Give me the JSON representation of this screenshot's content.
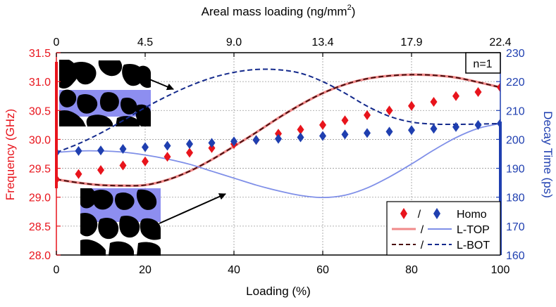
{
  "chart_data": {
    "type": "scatter",
    "annotation": "n=1",
    "colors": {
      "frequency": "#e8141c",
      "decay": "#1f3fb0",
      "frequency_line": "#f08a8a",
      "decay_line": "#7f8fe8",
      "dark": "#4a0f0f",
      "navy": "#142a8c"
    },
    "x_bottom": {
      "label": "Loading (%)",
      "range": [
        0,
        100
      ],
      "ticks": [
        "0",
        "20",
        "40",
        "60",
        "80",
        "100"
      ]
    },
    "x_top": {
      "label_main": "Areal mass loading (ng/mm",
      "label_sup": "2",
      "label_close": ")",
      "ticks": [
        "0",
        "4.5",
        "9.0",
        "13.4",
        "17.9",
        "22.4"
      ]
    },
    "y_left": {
      "label": "Frequency (GHz)",
      "range": [
        28.0,
        31.5
      ],
      "ticks": [
        "28.0",
        "28.5",
        "29.0",
        "29.5",
        "30.0",
        "30.5",
        "31.0",
        "31.5"
      ]
    },
    "y_right": {
      "label": "Decay Time (ps)",
      "range": [
        160,
        230
      ],
      "ticks": [
        "160",
        "170",
        "180",
        "190",
        "200",
        "210",
        "220",
        "230"
      ]
    },
    "grid": true,
    "legend": {
      "position": "bottom-right",
      "row1_mid": "/",
      "row1_label": "Homo",
      "row2_mid": "/",
      "row2_label": "L-TOP",
      "row3_mid": "/",
      "row3_label": "L-BOT"
    },
    "series": [
      {
        "axis": "left",
        "kind": "points",
        "x": [
          0,
          5,
          10,
          15,
          20,
          25,
          30,
          35,
          40,
          45,
          50,
          55,
          60,
          65,
          70,
          75,
          80,
          85,
          90,
          95,
          100
        ],
        "values": [
          29.31,
          29.4,
          29.47,
          29.55,
          29.62,
          29.7,
          29.77,
          29.85,
          29.92,
          29.99,
          30.1,
          30.17,
          30.25,
          30.33,
          30.42,
          30.5,
          30.58,
          30.65,
          30.75,
          30.82,
          30.9
        ]
      },
      {
        "axis": "right",
        "kind": "points",
        "x": [
          0,
          5,
          10,
          15,
          20,
          25,
          30,
          35,
          40,
          45,
          50,
          55,
          60,
          65,
          70,
          75,
          80,
          85,
          90,
          95,
          100
        ],
        "values": [
          195.5,
          196,
          196.2,
          196.7,
          197.3,
          197.8,
          198.4,
          198.8,
          199.3,
          199.8,
          200.2,
          200.7,
          201.2,
          201.7,
          202.2,
          202.7,
          203.2,
          203.7,
          204.3,
          205,
          205.5
        ]
      },
      {
        "axis": "left",
        "kind": "line",
        "x": [
          0,
          5,
          10,
          15,
          20,
          25,
          30,
          35,
          40,
          45,
          50,
          55,
          60,
          65,
          70,
          75,
          80,
          85,
          90,
          95,
          100
        ],
        "values": [
          29.31,
          29.25,
          29.21,
          29.2,
          29.21,
          29.3,
          29.45,
          29.65,
          29.88,
          30.12,
          30.37,
          30.6,
          30.8,
          30.95,
          31.05,
          31.1,
          31.12,
          31.11,
          31.07,
          30.99,
          30.9
        ]
      },
      {
        "axis": "right",
        "kind": "line",
        "x": [
          0,
          5,
          10,
          15,
          20,
          25,
          30,
          35,
          40,
          45,
          50,
          55,
          60,
          65,
          70,
          75,
          80,
          85,
          90,
          95,
          100
        ],
        "values": [
          195.5,
          196,
          196,
          195.6,
          194.6,
          193.2,
          191.4,
          189,
          186.6,
          184.2,
          182.2,
          180.6,
          179.9,
          180.7,
          183.2,
          187,
          191.5,
          196.3,
          200.6,
          203.8,
          205.5
        ]
      },
      {
        "axis": "left",
        "kind": "dashed",
        "x": [
          0,
          5,
          10,
          15,
          20,
          25,
          30,
          35,
          40,
          45,
          50,
          55,
          60,
          65,
          70,
          75,
          80,
          85,
          90,
          95,
          100
        ],
        "values": [
          29.31,
          29.25,
          29.21,
          29.2,
          29.21,
          29.3,
          29.45,
          29.65,
          29.88,
          30.12,
          30.37,
          30.6,
          30.8,
          30.95,
          31.05,
          31.1,
          31.12,
          31.11,
          31.07,
          30.99,
          30.9
        ]
      },
      {
        "axis": "right",
        "kind": "dashed",
        "x": [
          0,
          5,
          10,
          15,
          20,
          25,
          30,
          35,
          40,
          45,
          50,
          55,
          60,
          65,
          70,
          75,
          80,
          85,
          90,
          95,
          100
        ],
        "values": [
          195.5,
          198.5,
          202.2,
          206.5,
          211,
          215,
          218.5,
          221.3,
          223.2,
          224.2,
          224.1,
          222.9,
          220,
          216,
          211.5,
          208,
          206,
          205.3,
          205.2,
          205.3,
          205.5
        ]
      }
    ]
  },
  "insets": [
    {
      "name": "top-left-microstructure-inset",
      "pointer": "arrow-to-l-bot-curve"
    },
    {
      "name": "bottom-left-microstructure-inset",
      "pointer": "arrow-to-l-top-curve"
    }
  ]
}
